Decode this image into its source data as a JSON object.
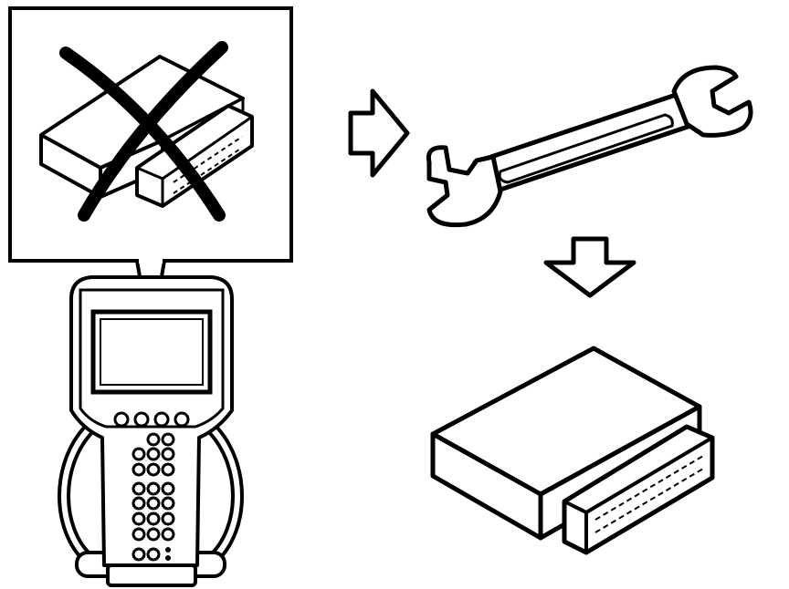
{
  "diagram": {
    "steps": [
      {
        "id": "faulty-module",
        "icon": "control-module-crossed-out-icon"
      },
      {
        "id": "scan-tool",
        "icon": "handheld-scan-tool-icon"
      },
      {
        "id": "repair",
        "icon": "open-end-wrench-icon"
      },
      {
        "id": "replacement-module",
        "icon": "control-module-icon"
      }
    ],
    "arrows": [
      "right-arrow-icon",
      "down-arrow-icon"
    ],
    "colors": {
      "ink": "#000000",
      "paper": "#ffffff"
    }
  }
}
